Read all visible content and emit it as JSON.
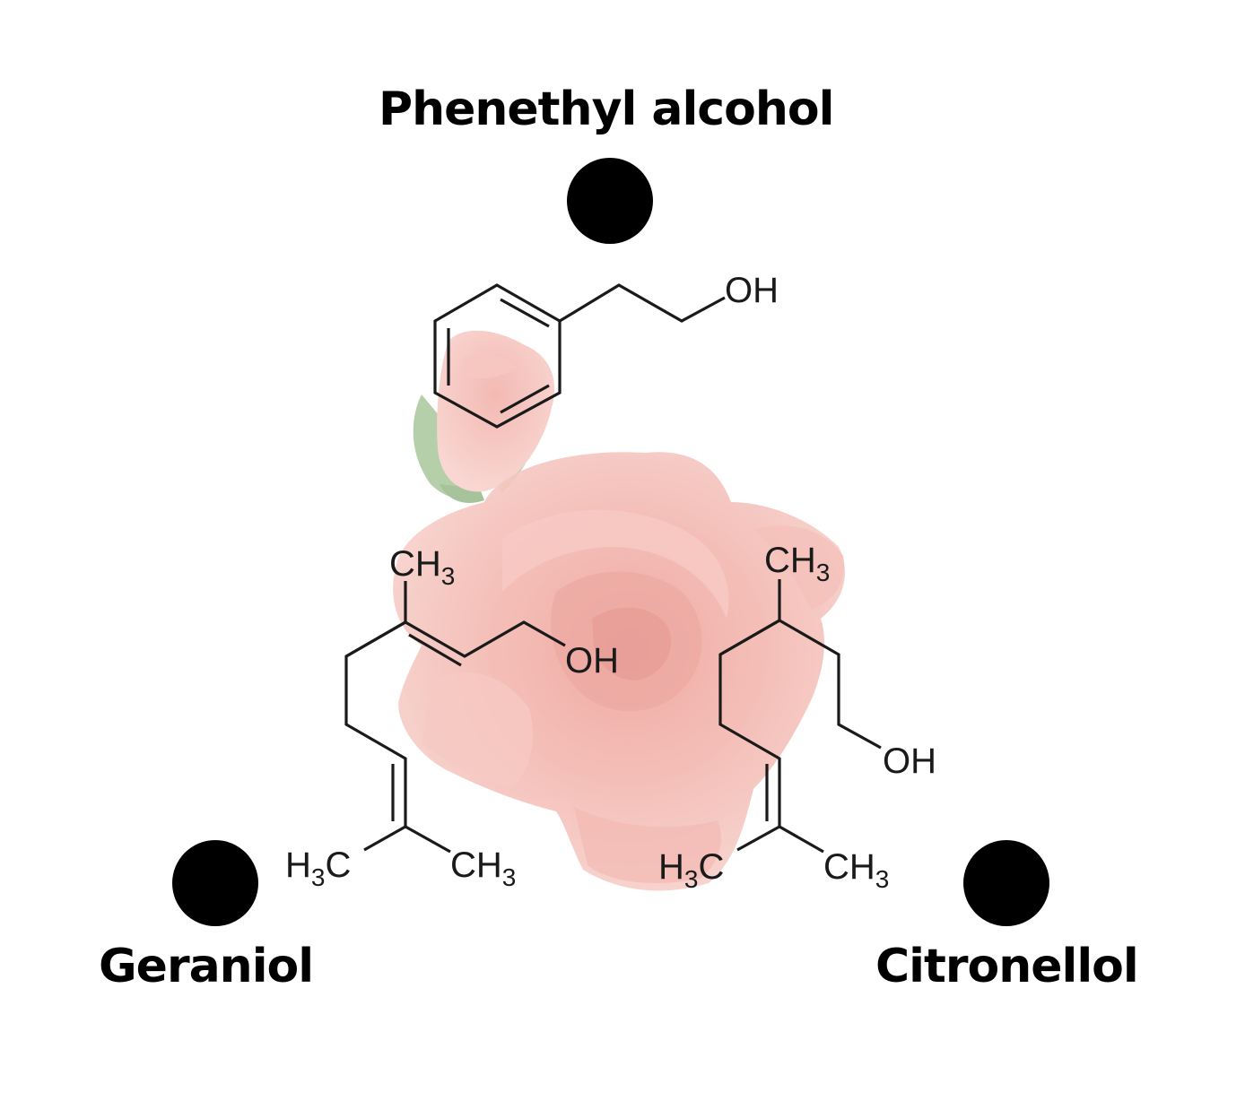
{
  "compounds": [
    {
      "name": "Phenethyl alcohol",
      "position": "top",
      "structure_labels": {
        "hydroxyl": "OH"
      }
    },
    {
      "name": "Geraniol",
      "position": "bottom-left",
      "structure_labels": {
        "methyl_top": "CH",
        "methyl_top_sub": "3",
        "hydroxyl": "OH",
        "methyl_left": "H",
        "methyl_left_sub": "3",
        "methyl_left_c": "C",
        "methyl_right": "CH",
        "methyl_right_sub": "3"
      }
    },
    {
      "name": "Citronellol",
      "position": "bottom-right",
      "structure_labels": {
        "methyl_top": "CH",
        "methyl_top_sub": "3",
        "hydroxyl": "OH",
        "methyl_left": "H",
        "methyl_left_sub": "3",
        "methyl_left_c": "C",
        "methyl_right": "CH",
        "methyl_right_sub": "3"
      }
    }
  ],
  "background_image": "pink-rose",
  "colors": {
    "label": "#000000",
    "bond": "#1a1a1a",
    "rose_light": "#f6c9c3",
    "rose_mid": "#f0aaa2",
    "rose_dark": "#e58f88",
    "leaf": "#9cbf8f"
  }
}
